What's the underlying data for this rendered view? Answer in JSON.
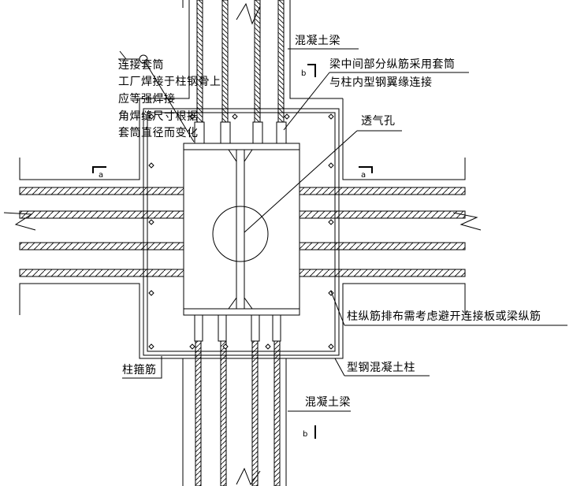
{
  "labels": {
    "sleeve_title": "连接套筒",
    "sleeve_line2": "工厂焊接于柱钢骨上",
    "sleeve_line3": "应等强焊接",
    "sleeve_line4": "角焊缝尺寸根据",
    "sleeve_line5": "套筒直径而变化",
    "beam_top": "混凝土梁",
    "beam_rebar_line1": "梁中间部分纵筋采用套筒",
    "beam_rebar_line2": "与柱内型钢翼缘连接",
    "vent_hole": "透气孔",
    "column_rebar_note": "柱纵筋排布需考虑避开连接板或梁纵筋",
    "src_column": "型钢混凝土柱",
    "column_stirrup": "柱箍筋",
    "beam_bottom": "混凝土梁",
    "section_a_left": "a",
    "section_a_right": "a",
    "section_b_top": "b",
    "section_b_bottom": "b"
  },
  "colors": {
    "line": "#000000",
    "background": "#ffffff"
  }
}
